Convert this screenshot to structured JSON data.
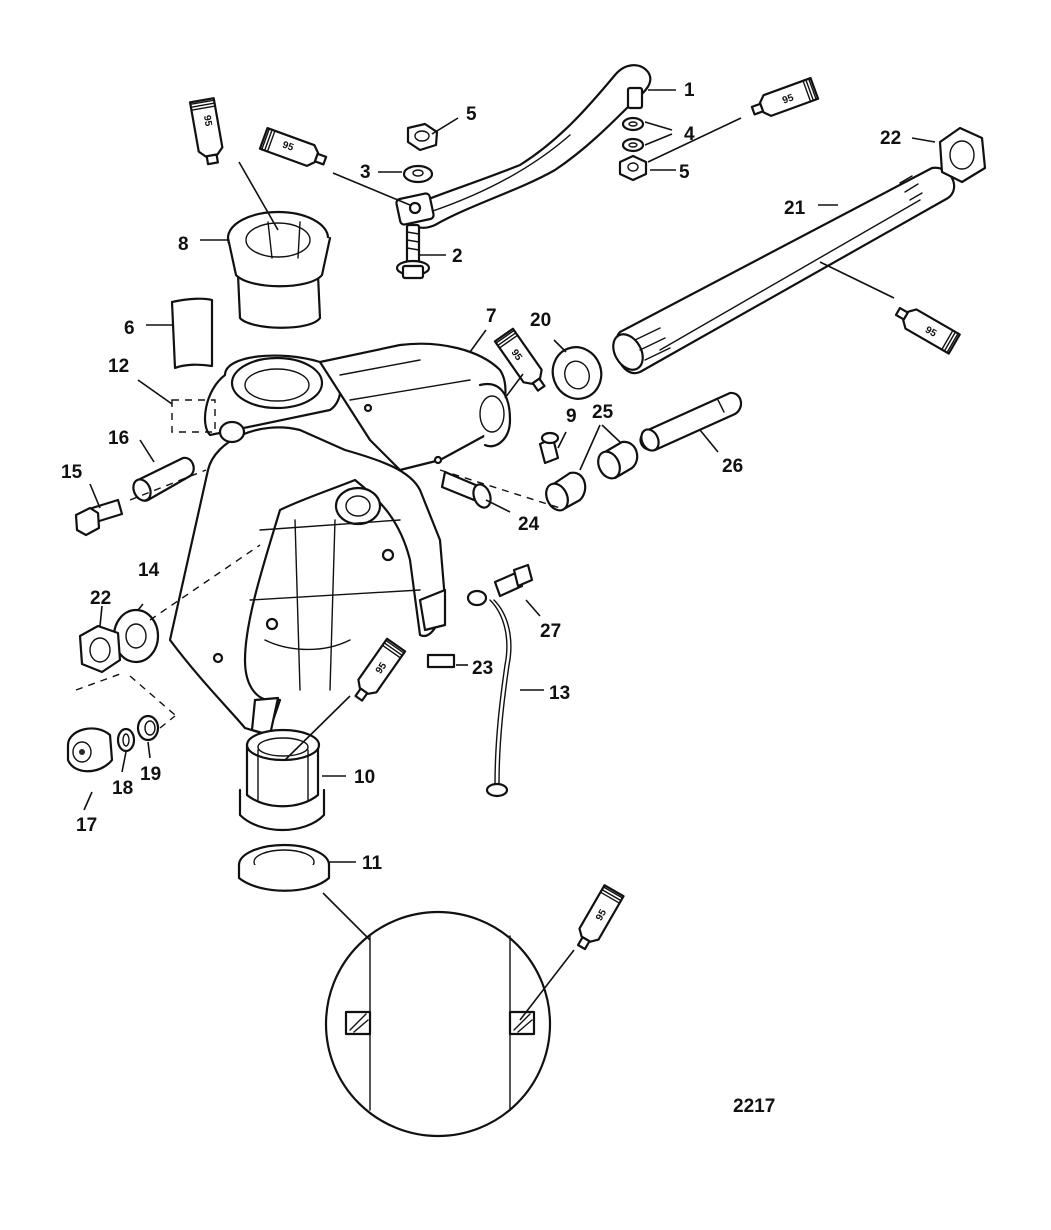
{
  "diagram": {
    "figure_number": "2217",
    "lubricant_code": "95",
    "callouts": {
      "c1": "1",
      "c2": "2",
      "c3": "3",
      "c4": "4",
      "c5a": "5",
      "c5b": "5",
      "c6": "6",
      "c7": "7",
      "c8": "8",
      "c9": "9",
      "c10": "10",
      "c11": "11",
      "c12": "12",
      "c13": "13",
      "c14": "14",
      "c15": "15",
      "c16": "16",
      "c17": "17",
      "c18": "18",
      "c19": "19",
      "c20": "20",
      "c21": "21",
      "c22a": "22",
      "c22b": "22",
      "c23": "23",
      "c24": "24",
      "c25": "25",
      "c26": "26",
      "c27": "27"
    }
  }
}
